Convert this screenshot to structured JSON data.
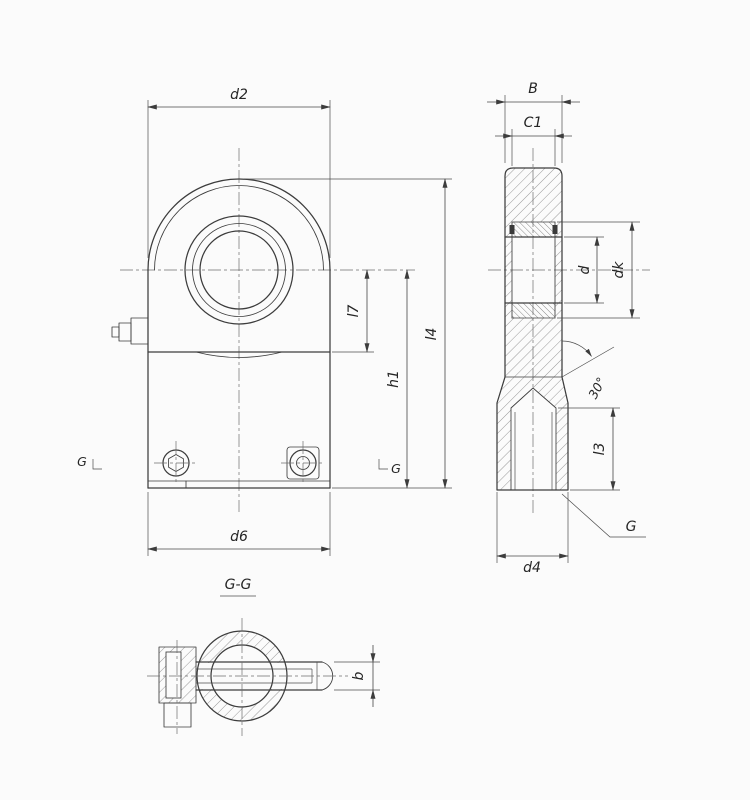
{
  "front_view": {
    "dim_d2": "d2",
    "dim_d6": "d6",
    "dim_l7": "l7",
    "dim_h1": "h1",
    "dim_l4": "l4",
    "section_mark_left": "G",
    "section_mark_right": "G"
  },
  "side_view": {
    "dim_B": "B",
    "dim_C1": "C1",
    "dim_d": "d",
    "dim_dk": "dk",
    "angle": "30°",
    "dim_l3": "l3",
    "thread_label": "G",
    "dim_d4": "d4"
  },
  "section_view": {
    "title": "G-G",
    "dim_b": "b"
  },
  "colors": {
    "line": "#3c3c3c",
    "thin_line": "#4c4c4c",
    "background": "#fbfbfb"
  }
}
